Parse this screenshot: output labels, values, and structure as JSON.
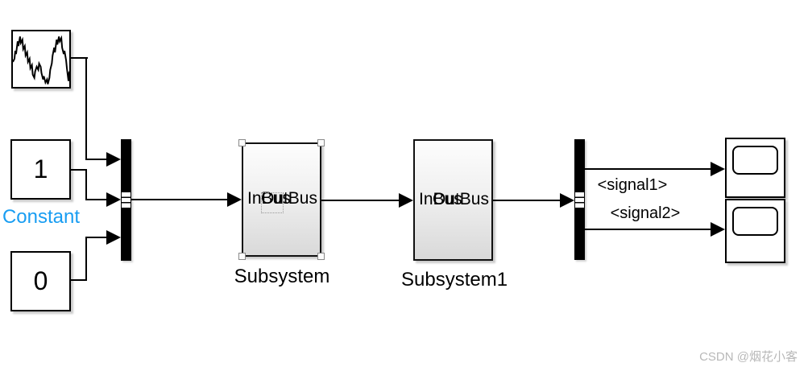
{
  "canvas": {
    "background": "#ffffff"
  },
  "blocks": {
    "noise_source": {
      "icon": "noise-waveform-icon"
    },
    "constant_one": {
      "value": "1",
      "name_label": "Constant",
      "name_color": "#189df2"
    },
    "constant_zero": {
      "value": "0"
    },
    "subsystem": {
      "name_label": "Subsystem",
      "in_port_label": "InBus",
      "out_port_label": "OutBus",
      "selected": true
    },
    "subsystem1": {
      "name_label": "Subsystem1",
      "in_port_label": "InBus",
      "out_port_label": "OutBus",
      "selected": false
    },
    "bus_creator": {
      "inputs": 3,
      "outputs": 1
    },
    "bus_selector": {
      "inputs": 1,
      "outputs": 2
    },
    "scope_top": {
      "type": "scope"
    },
    "scope_bottom": {
      "type": "scope"
    }
  },
  "wire_labels": {
    "signal1": "<signal1>",
    "signal2": "<signal2>"
  },
  "watermark": {
    "text": "CSDN @烟花小客",
    "color": "#b8b8b8"
  },
  "colors": {
    "line": "#000000",
    "selection_blue": "#189df2",
    "subsystem_fill_bottom": "#d9d9d9"
  }
}
